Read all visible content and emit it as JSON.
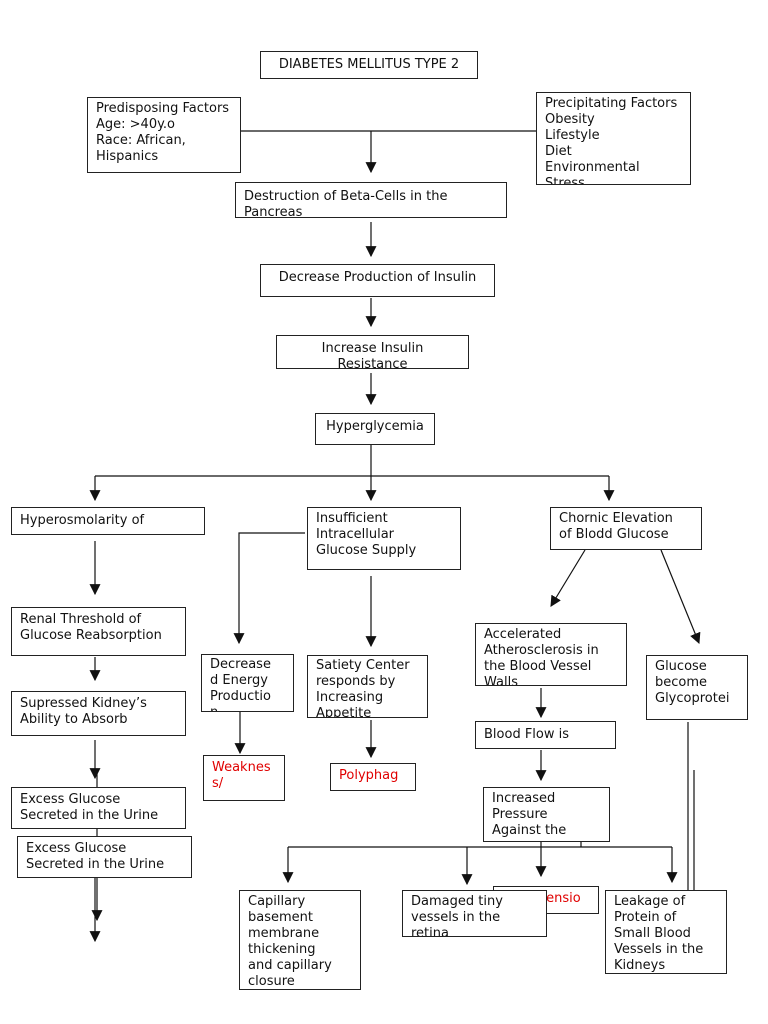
{
  "title": "DIABETES MELLITUS TYPE 2",
  "predisposing": "Predisposing Factors\nAge: >40y.o\nRace: African,\nHispanics",
  "precipitating": "Precipitating  Factors\nObesity\nLifestyle\nDiet\nEnvironmental Stress",
  "destruction": "Destruction of Beta-Cells in the Pancreas",
  "decrease_insulin": "Decrease Production of Insulin",
  "resistance": "Increase Insulin Resistance",
  "hyperglycemia": "Hyperglycemia",
  "hyperosmolarity": "Hyperosmolarity of",
  "insufficient": "Insufficient\nIntracellular\nGlucose Supply",
  "chronic": "Chornic Elevation\nof Blodd Glucose",
  "renal": "Renal Threshold of\nGlucose Reabsorption",
  "suppressed": "Supressed Kidney’s\nAbility to Absorb",
  "excess1": "Excess Glucose\nSecreted in the Urine",
  "excess2": "Excess Glucose\nSecreted in the Urine",
  "decreased_energy": "Decrease\nd Energy\nProductio\nn",
  "weakness": "Weaknes\ns/",
  "satiety": "Satiety Center\nresponds by\nIncreasing\nAppetite",
  "polyphagia": "Polyphag",
  "atherosclerosis": "Accelerated\nAtherosclerosis in\nthe Blood Vessel\nWalls",
  "blood_flow": "Blood Flow is",
  "pressure": "Increased\nPressure\nAgainst the",
  "glycoprotein": "Glucose\nbecome\nGlycoprotei",
  "capillary": "Capillary\nbasement\nmembrane\nthickening\nand capillary\nclosure",
  "damaged": "Damaged tiny\nvessels in the\nretina",
  "hypertension": "Hypertensio",
  "leakage": "Leakage of\nProtein of\nSmall Blood\nVessels in the\nKidneys"
}
